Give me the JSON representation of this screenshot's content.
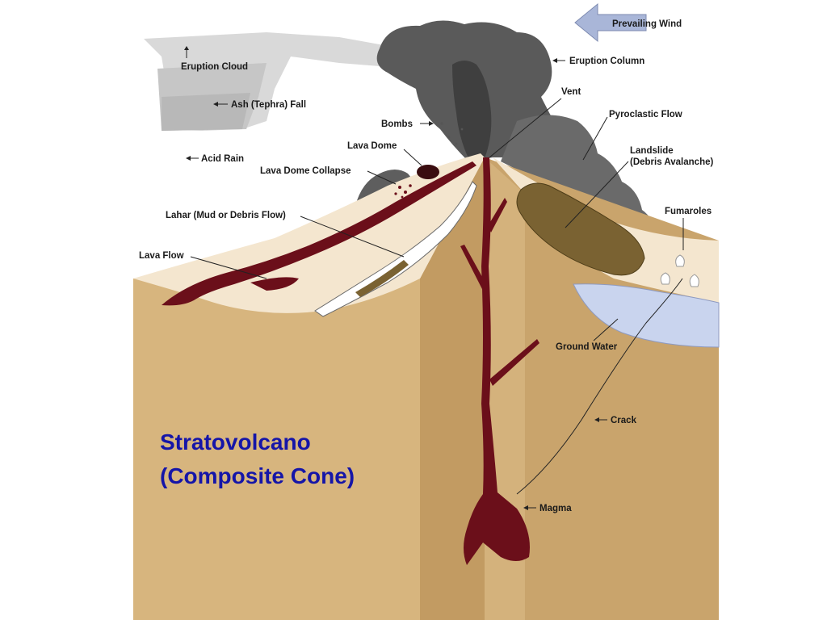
{
  "title": {
    "line1": "Stratovolcano",
    "line2": "(Composite Cone)"
  },
  "labels": {
    "prevailing_wind": "Prevailing Wind",
    "eruption_cloud": "Eruption Cloud",
    "eruption_column": "Eruption Column",
    "ash_fall": "Ash (Tephra) Fall",
    "vent": "Vent",
    "bombs": "Bombs",
    "pyroclastic_flow": "Pyroclastic Flow",
    "lava_dome": "Lava Dome",
    "landslide_line1": "Landslide",
    "landslide_line2": "(Debris Avalanche)",
    "acid_rain": "Acid Rain",
    "lava_dome_collapse": "Lava Dome Collapse",
    "fumaroles": "Fumaroles",
    "lahar": "Lahar (Mud or Debris Flow)",
    "lava_flow": "Lava Flow",
    "ground_water": "Ground Water",
    "crack": "Crack",
    "magma": "Magma"
  },
  "colors": {
    "rock_front": "#d7b57e",
    "rock_side": "#c9a46c",
    "rock_surface": "#f4e6cf",
    "magma": "#6b0f1a",
    "smoke_dark": "#4a4a4a",
    "smoke_mid": "#6e6e6e",
    "cloud_light": "#cfcfcf",
    "landslide": "#7a6232",
    "ground_water": "#c9d4ee",
    "wind_arrow": "#a9b6d8",
    "title": "#1515a8"
  }
}
